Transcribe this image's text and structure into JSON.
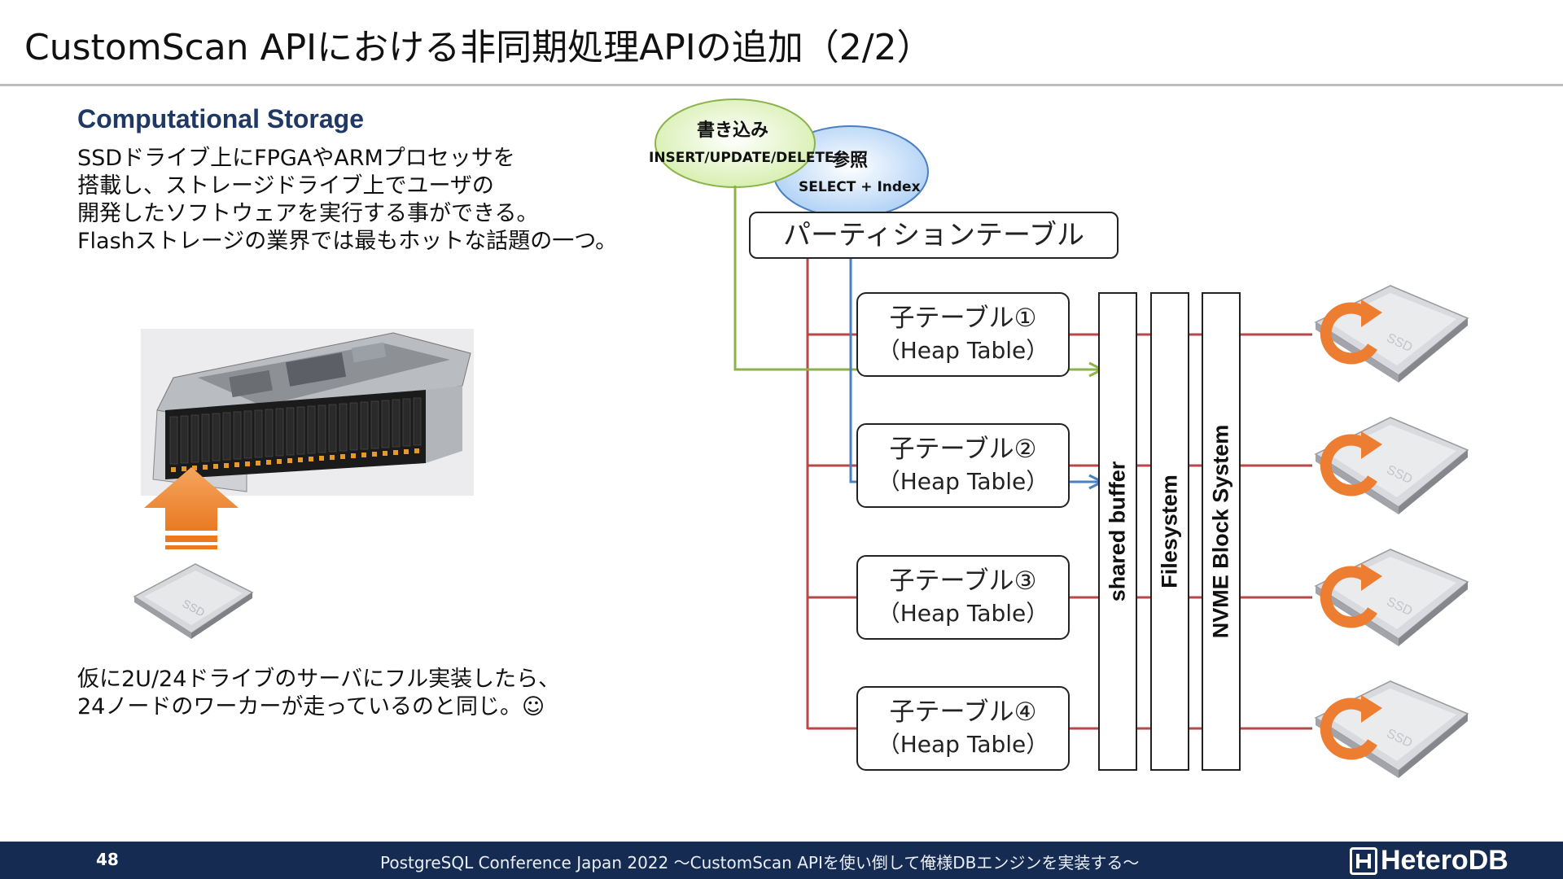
{
  "slide": {
    "title": "CustomScan APIにおける非同期処理APIの追加（2/2）",
    "section_heading": "Computational Storage",
    "description_lines": [
      "SSDドライブ上にFPGAやARMプロセッサを",
      "搭載し、ストレージドライブ上でユーザの",
      "開発したソフトウェアを実行する事ができる。",
      "Flashストレージの業界では最もホットな話題の一つ。"
    ],
    "note_lines": [
      "仮に2U/24ドライブのサーバにフル実装したら、",
      "24ノードのワーカーが走っているのと同じ。☺"
    ],
    "ssd_label": "SSD"
  },
  "diagram": {
    "write_ellipse": {
      "title": "書き込み",
      "sub": "INSERT/UPDATE/DELETE"
    },
    "read_ellipse": {
      "title": "参照",
      "sub": "SELECT + Index"
    },
    "partition_table": "パーティションテーブル",
    "child_tables": [
      {
        "name": "子テーブル①",
        "type": "（Heap Table）"
      },
      {
        "name": "子テーブル②",
        "type": "（Heap Table）"
      },
      {
        "name": "子テーブル③",
        "type": "（Heap Table）"
      },
      {
        "name": "子テーブル④",
        "type": "（Heap Table）"
      }
    ],
    "layers": [
      "shared buffer",
      "Filesystem",
      "NVME Block System"
    ],
    "colors": {
      "write": "#8db24b",
      "read": "#4a7fc1",
      "link": "#b74a48",
      "process": "#ed7d31"
    }
  },
  "footer": {
    "page_number": "48",
    "text": "PostgreSQL Conference Japan 2022 ～CustomScan APIを使い倒して俺様DBエンジンを実装する～",
    "logo": "HeteroDB"
  }
}
